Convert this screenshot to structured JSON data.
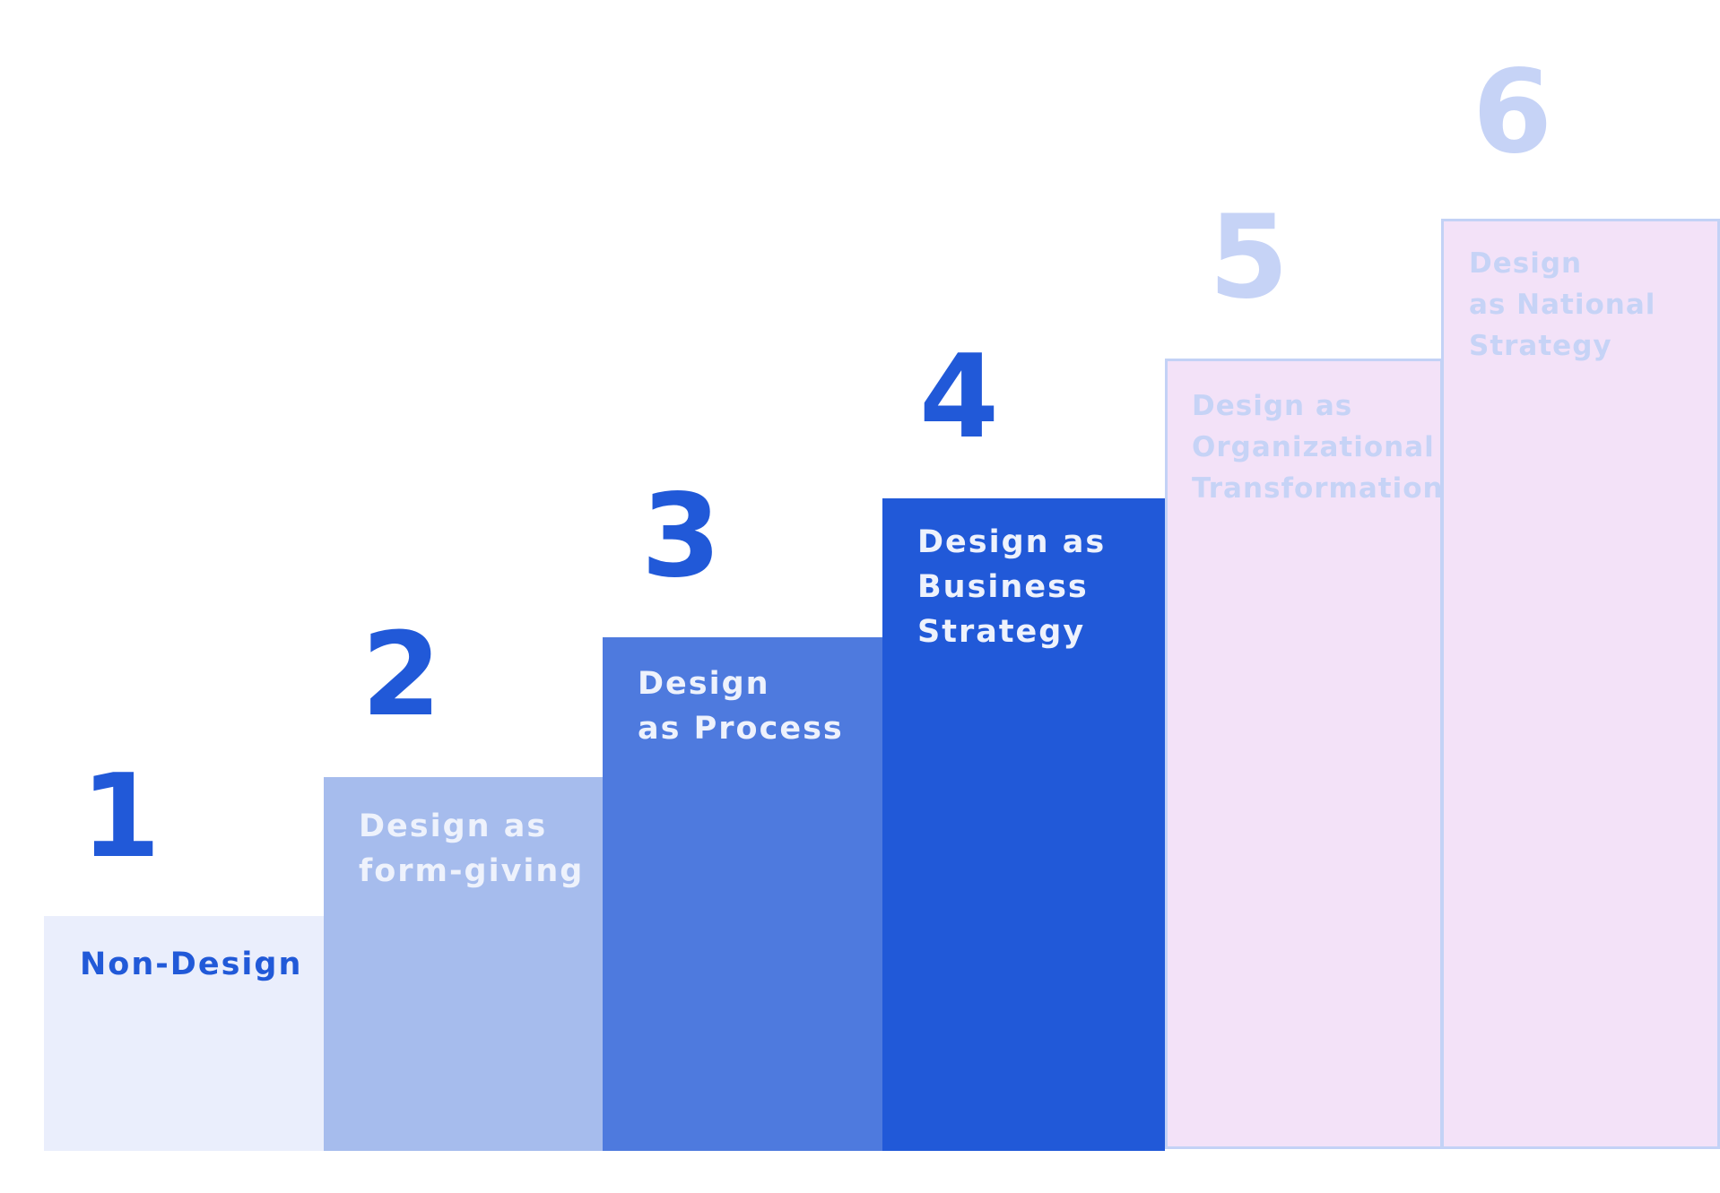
{
  "colors": {
    "background": "#ffffff",
    "step1_fill": "#eaeefc",
    "step1_text": "#2159d8",
    "step1_number": "#2159d8",
    "step2_fill": "#a6bced",
    "step2_text": "#eef2fc",
    "step2_number": "#2159d8",
    "step3_fill": "#4e7ade",
    "step3_text": "#eef2fc",
    "step3_number": "#2159d8",
    "step4_fill": "#2159d8",
    "step4_text": "#eef2fc",
    "step4_number": "#2159d8",
    "step5_fill": "#f3e2f8",
    "step5_text": "#c6d3f6",
    "step5_number": "#c6d3f6",
    "step6_fill": "#f3e2f8",
    "step6_text": "#c6d3f6",
    "step6_number": "#c6d3f6"
  },
  "steps": [
    {
      "number": "1",
      "label": "Non-Design"
    },
    {
      "number": "2",
      "label": "Design as\nform-giving"
    },
    {
      "number": "3",
      "label": "Design\nas Process"
    },
    {
      "number": "4",
      "label": "Design as\nBusiness\nStrategy"
    },
    {
      "number": "5",
      "label": "Design as\nOrganizational\nTransformation"
    },
    {
      "number": "6",
      "label": "Design\nas National\nStrategy"
    }
  ]
}
